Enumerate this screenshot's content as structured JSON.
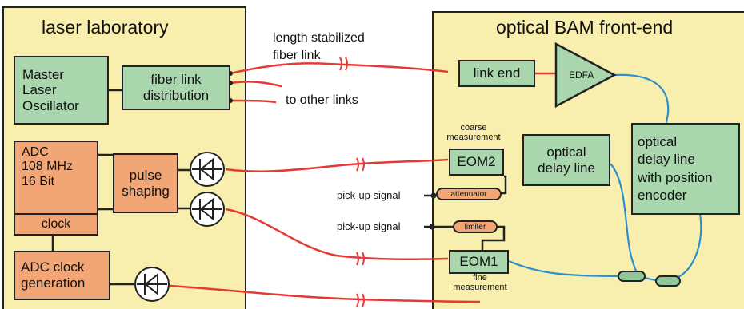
{
  "laser_lab": {
    "title": "laser laboratory",
    "master_laser": "Master\nLaser\nOscillator",
    "fiber_distribution": "fiber link\ndistribution",
    "adc": "ADC\n108 MHz\n16 Bit",
    "clock": "clock",
    "pulse_shaping": "pulse\nshaping",
    "adc_clock": "ADC clock\ngeneration"
  },
  "link_labels": {
    "length_stabilized": "length stabilized\nfiber link",
    "to_other_links": "to other links",
    "pickup_signal_1": "pick-up signal",
    "pickup_signal_2": "pick-up signal"
  },
  "bam_frontend": {
    "title": "optical BAM front-end",
    "link_end": "link end",
    "edfa": "EDFA",
    "coarse": "coarse\nmeasurement",
    "eom2": "EOM2",
    "optical_delay_line": "optical\ndelay line",
    "delay_line_encoder": "optical\ndelay line\nwith position\nencoder",
    "attenuator": "attenuator",
    "limiter": "limiter",
    "eom1": "EOM1",
    "fine": "fine\nmeasurement"
  },
  "colors": {
    "panel_fill": "#f8efaf",
    "green_box": "#a9d6ad",
    "orange_box": "#f2a675",
    "rf_line": "#e53935",
    "optical_line": "#2b8fcf"
  }
}
